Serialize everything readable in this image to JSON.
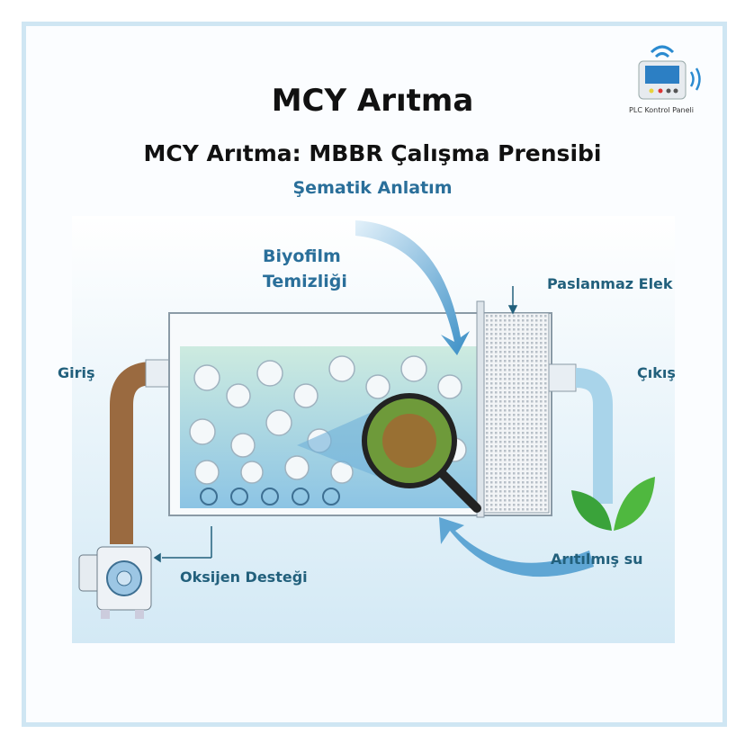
{
  "header": {
    "title": "MCY Arıtma",
    "subtitle": "MCY Arıtma: MBBR Çalışma Prensibi",
    "tagline": "Şematik Anlatım"
  },
  "plc": {
    "label": "PLC Kontrol Paneli",
    "icon": "plc-panel-wifi-icon"
  },
  "labels": {
    "biofilm_line1": "Biyofilm",
    "biofilm_line2": "Temizliği",
    "screen": "Paslanmaz Elek",
    "inlet": "Giriş",
    "outlet": "Çıkış",
    "oxygen": "Oksijen Desteği",
    "treated": "Arıtılmış su"
  },
  "colors": {
    "accent": "#2a6f9a",
    "label": "#22607c",
    "frame": "#cfe6f3",
    "water": "#a9d4ea",
    "sewage": "#8a5a32",
    "leaf": "#3aa33a"
  }
}
